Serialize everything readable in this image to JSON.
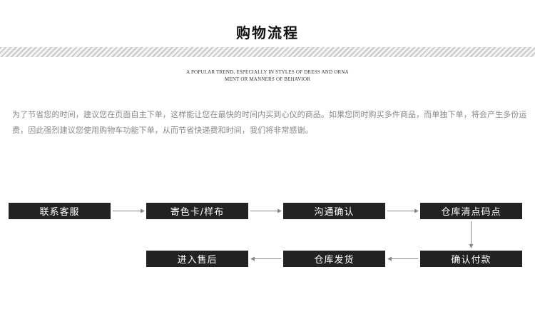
{
  "header": {
    "title": "购物流程",
    "subtitle_line1": "A POPULAR TREND, ESPECIALLY IN STYLES OF DRESS AND ORNA",
    "subtitle_line2": "MENT OR MANNERS OF BEHAVIOR"
  },
  "intro": {
    "text": "为了节省您的时间，建议您在页面自主下单，这样能让您在最快的时间内买到心仪的商品。如果您同时购买多件商品，而单独下单，将会产生多份运费，因此强烈建议您使用购物车功能下单，从而节省快递费和时间，我们将非常感谢。"
  },
  "flow": {
    "row1": [
      "联系客服",
      "寄色卡/样布",
      "沟通确认",
      "仓库清点码点"
    ],
    "row2": [
      "进入售后",
      "仓库发货",
      "确认付款"
    ]
  }
}
